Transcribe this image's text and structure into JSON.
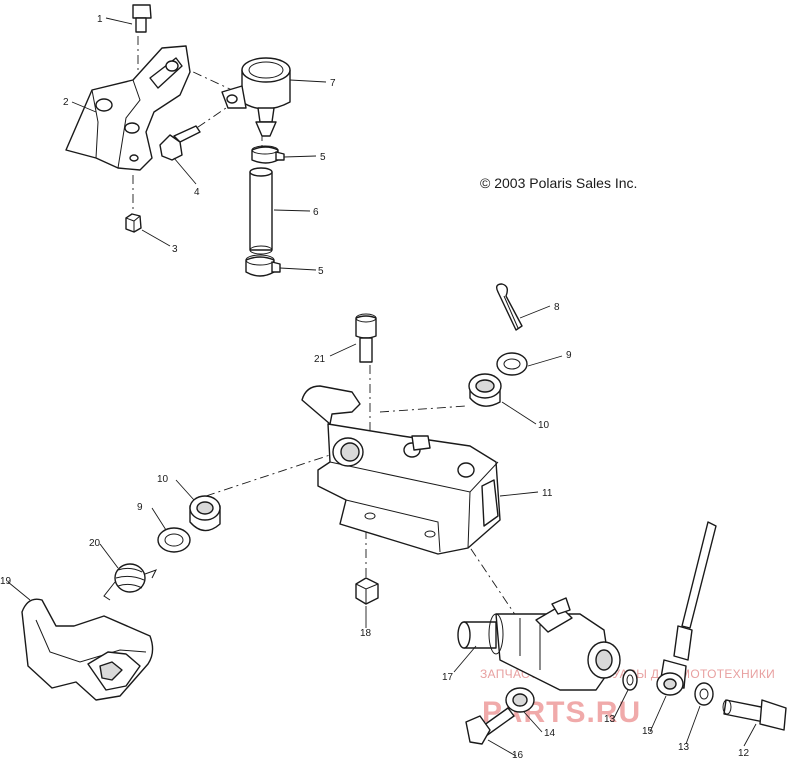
{
  "copyright": "© 2003 Polaris Sales Inc.",
  "watermark": {
    "line1": "ЗАПЧАСТИ И АКСЕССУАРЫ ДЛЯ МОТОТЕХНИКИ",
    "line2": "PARTS.RU"
  },
  "callouts": [
    {
      "id": "c1",
      "label": "1"
    },
    {
      "id": "c2",
      "label": "2"
    },
    {
      "id": "c3",
      "label": "3"
    },
    {
      "id": "c4",
      "label": "4"
    },
    {
      "id": "c5a",
      "label": "5"
    },
    {
      "id": "c5b",
      "label": "5"
    },
    {
      "id": "c6",
      "label": "6"
    },
    {
      "id": "c7",
      "label": "7"
    },
    {
      "id": "c8",
      "label": "8"
    },
    {
      "id": "c9a",
      "label": "9"
    },
    {
      "id": "c9b",
      "label": "9"
    },
    {
      "id": "c10a",
      "label": "10"
    },
    {
      "id": "c10b",
      "label": "10"
    },
    {
      "id": "c11",
      "label": "11"
    },
    {
      "id": "c12",
      "label": "12"
    },
    {
      "id": "c13a",
      "label": "13"
    },
    {
      "id": "c13b",
      "label": "13"
    },
    {
      "id": "c14",
      "label": "14"
    },
    {
      "id": "c15",
      "label": "15"
    },
    {
      "id": "c16",
      "label": "16"
    },
    {
      "id": "c17",
      "label": "17"
    },
    {
      "id": "c18",
      "label": "18"
    },
    {
      "id": "c19",
      "label": "19"
    },
    {
      "id": "c20",
      "label": "20"
    },
    {
      "id": "c21",
      "label": "21"
    }
  ]
}
